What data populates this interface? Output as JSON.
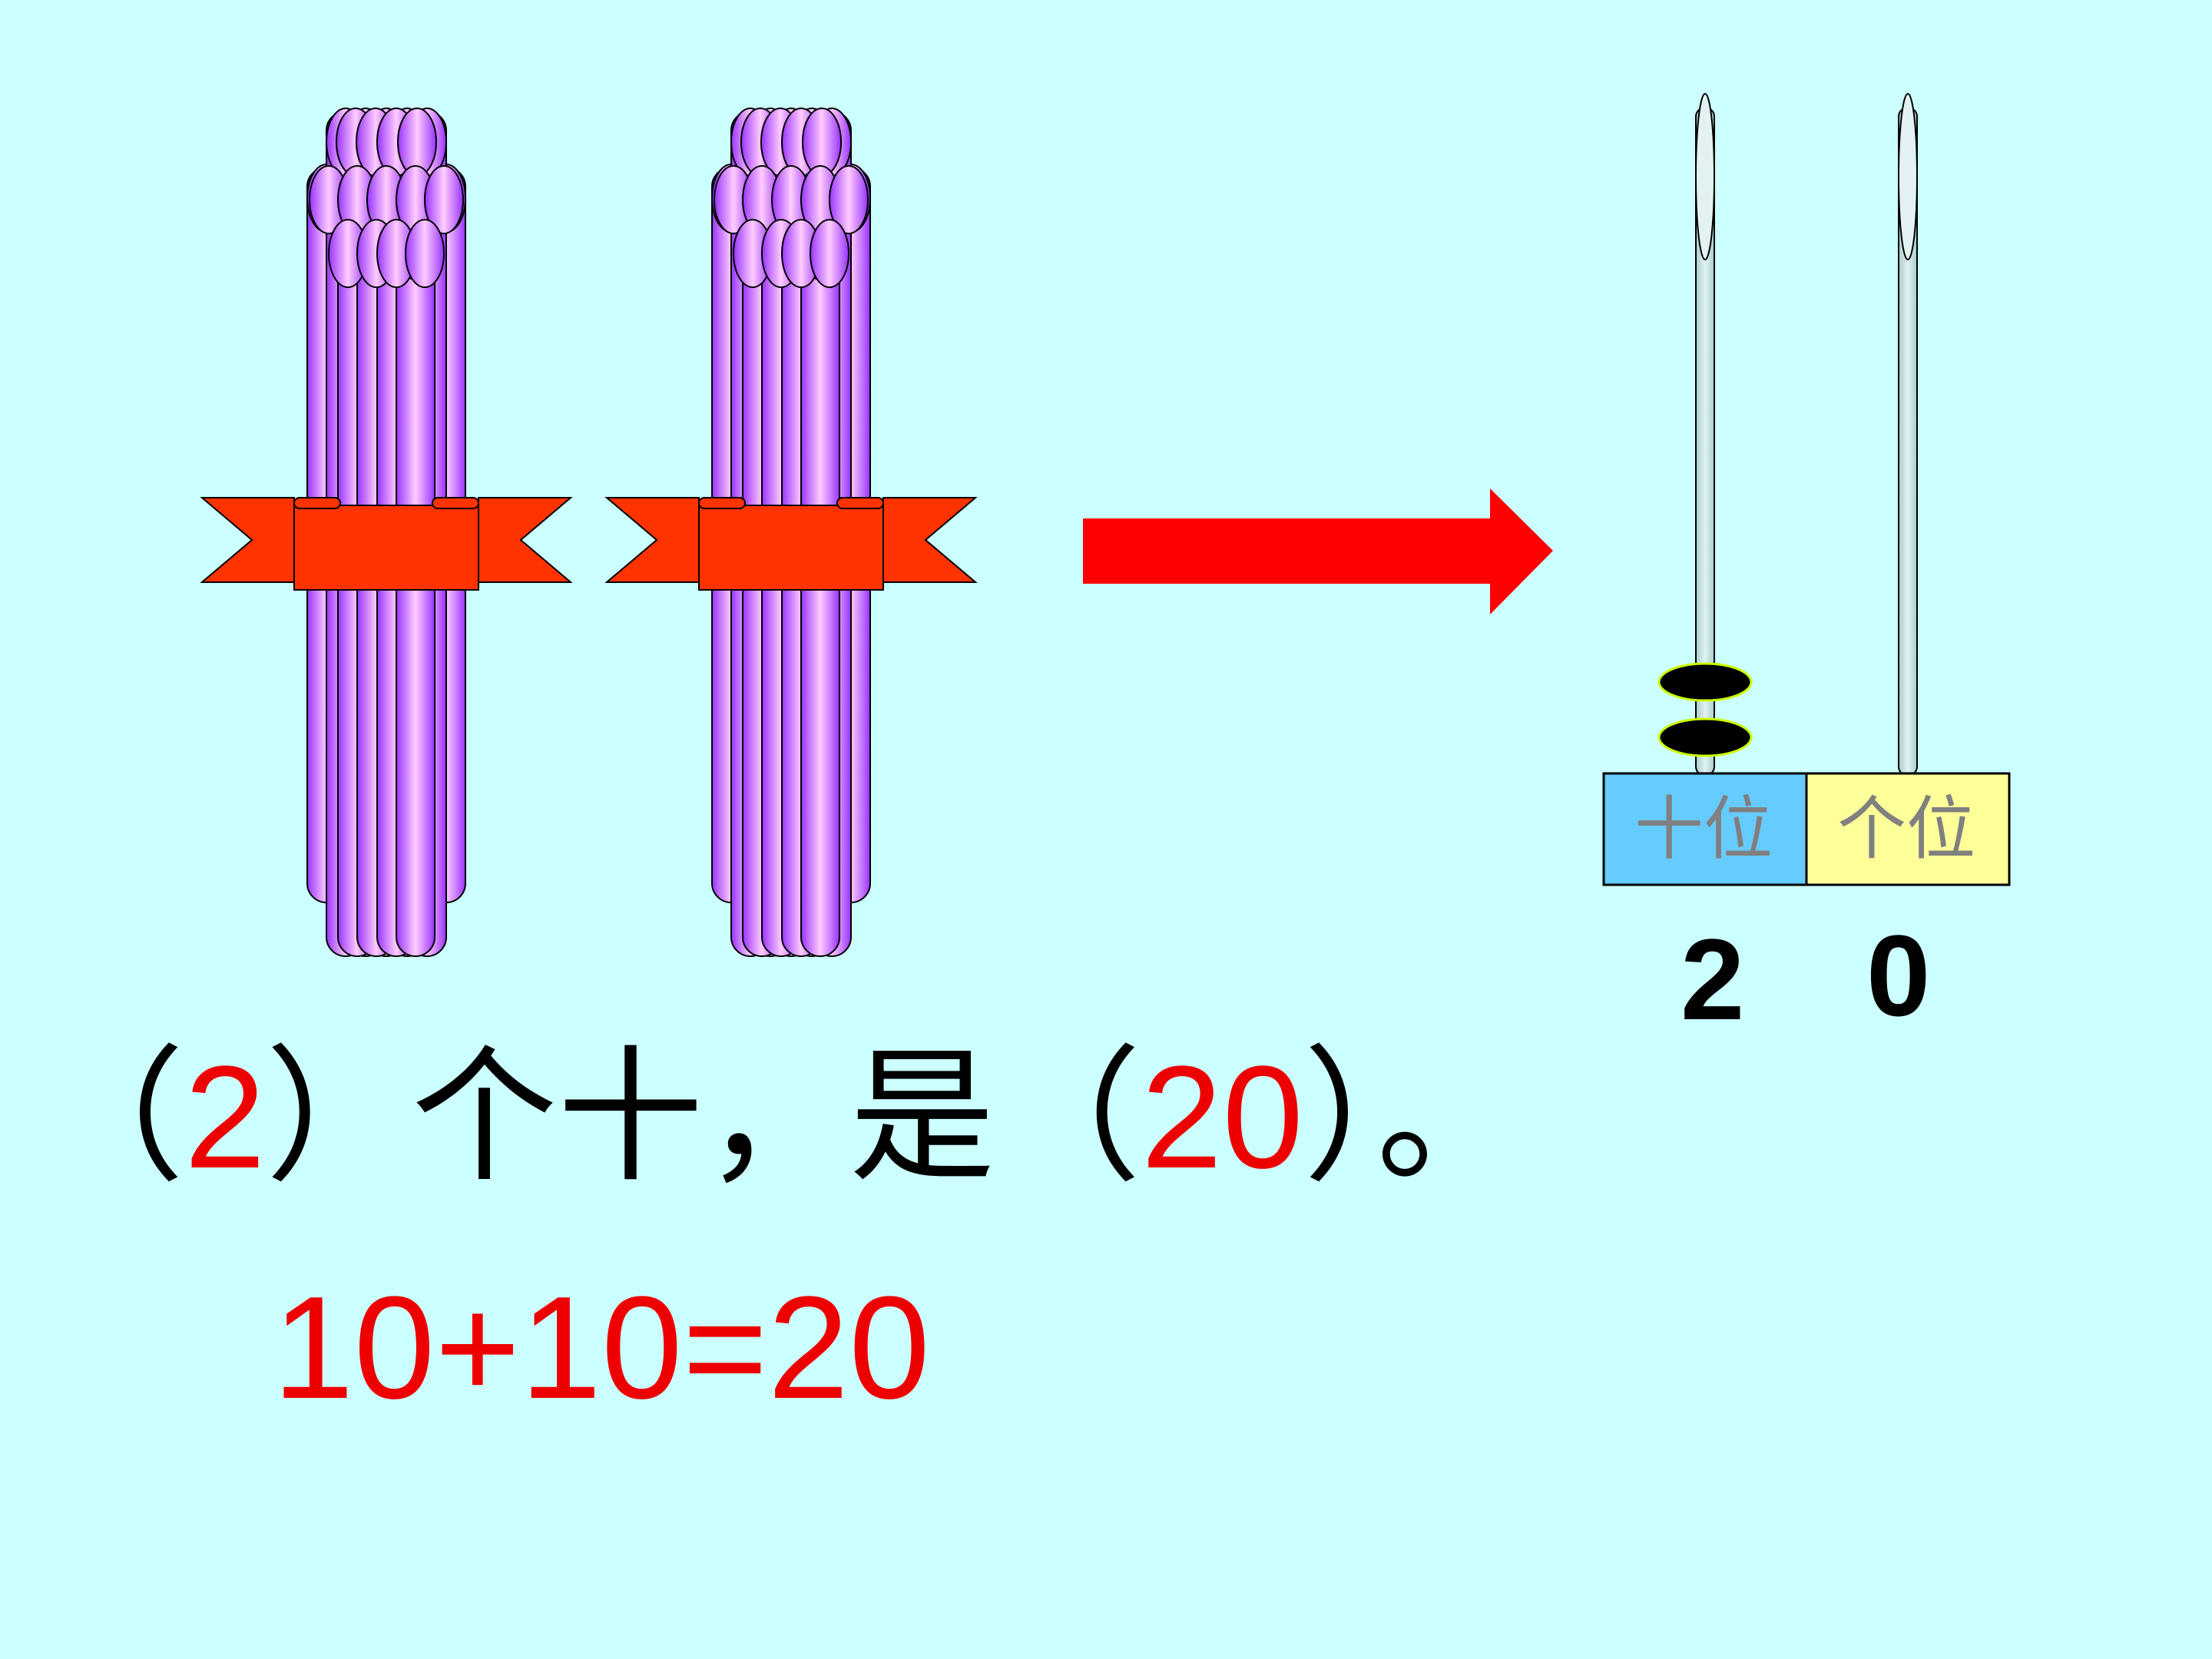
{
  "abacus": {
    "tens_label": "十位",
    "ones_label": "个位",
    "tens_digit": "2",
    "ones_digit": "0",
    "tens_beads": 2,
    "ones_beads": 0
  },
  "bundles": {
    "count": 2,
    "sticks_per_bundle": 10
  },
  "sentence": {
    "open1": "（",
    "answer1": "2",
    "middle": "）个十，是（",
    "answer2": "20",
    "close": "）。"
  },
  "equation": "10+10=20",
  "colors": {
    "background": "#ccffff",
    "stick_purple": "#9933ff",
    "stick_light": "#ffccff",
    "ribbon": "#ff3300",
    "arrow": "#ff0000",
    "answer_red": "#ee0000",
    "tens_box": "#66ccff",
    "ones_box": "#ffff99",
    "rod": "#b8dcdc"
  }
}
